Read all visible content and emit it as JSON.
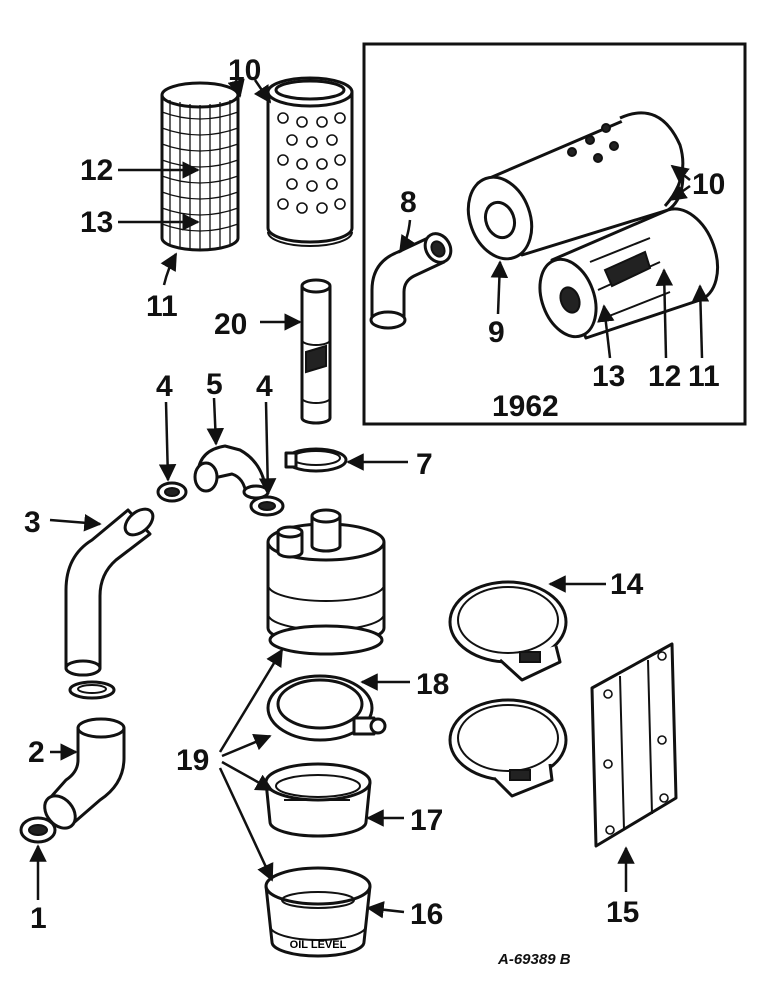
{
  "callouts": {
    "l1": "1",
    "l2": "2",
    "l3": "3",
    "l4a": "4",
    "l4b": "4",
    "l5": "5",
    "l7": "7",
    "l8": "8",
    "l9": "9",
    "l10a": "10",
    "l10b": "10",
    "l11a": "11",
    "l11b": "11",
    "l12a": "12",
    "l12b": "12",
    "l13a": "13",
    "l13b": "13",
    "l14": "14",
    "l15": "15",
    "l16": "16",
    "l17": "17",
    "l18": "18",
    "l19": "19",
    "l20": "20"
  },
  "inset": {
    "year": "1962"
  },
  "drawing_code": "A-69389 B",
  "oil_level_text": "OIL LEVEL"
}
